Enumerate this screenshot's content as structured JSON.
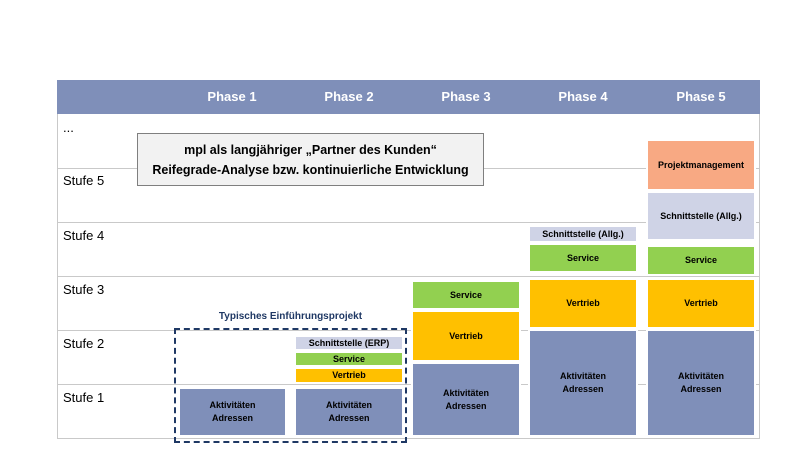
{
  "phases": [
    "Phase 1",
    "Phase 2",
    "Phase 3",
    "Phase 4",
    "Phase 5"
  ],
  "stages": {
    "ellipsis": "...",
    "s5": "Stufe 5",
    "s4": "Stufe 4",
    "s3": "Stufe 3",
    "s2": "Stufe 2",
    "s1": "Stufe 1"
  },
  "callout": {
    "line1": "mpl als langjähriger „Partner des Kunden“",
    "line2": "Reifegrade-Analyse bzw. kontinuierliche Entwicklung"
  },
  "typical_label": "Typisches Einführungsprojekt",
  "blocks": {
    "aktivitaeten_adressen": "Aktivitäten\nAdressen",
    "vertrieb": "Vertrieb",
    "service": "Service",
    "schnittstelle_erp": "Schnittstelle (ERP)",
    "schnittstelle_allg": "Schnittstelle (Allg.)",
    "projektmanagement": "Projektmanagement"
  },
  "colors": {
    "header": "#7f8fb9",
    "aktivitaeten": "#7f8fb9",
    "vertrieb": "#ffc000",
    "service": "#92d050",
    "schnittstelle": "#cfd3e6",
    "projektmanagement": "#f8a983",
    "dashed_border": "#1f3864"
  }
}
